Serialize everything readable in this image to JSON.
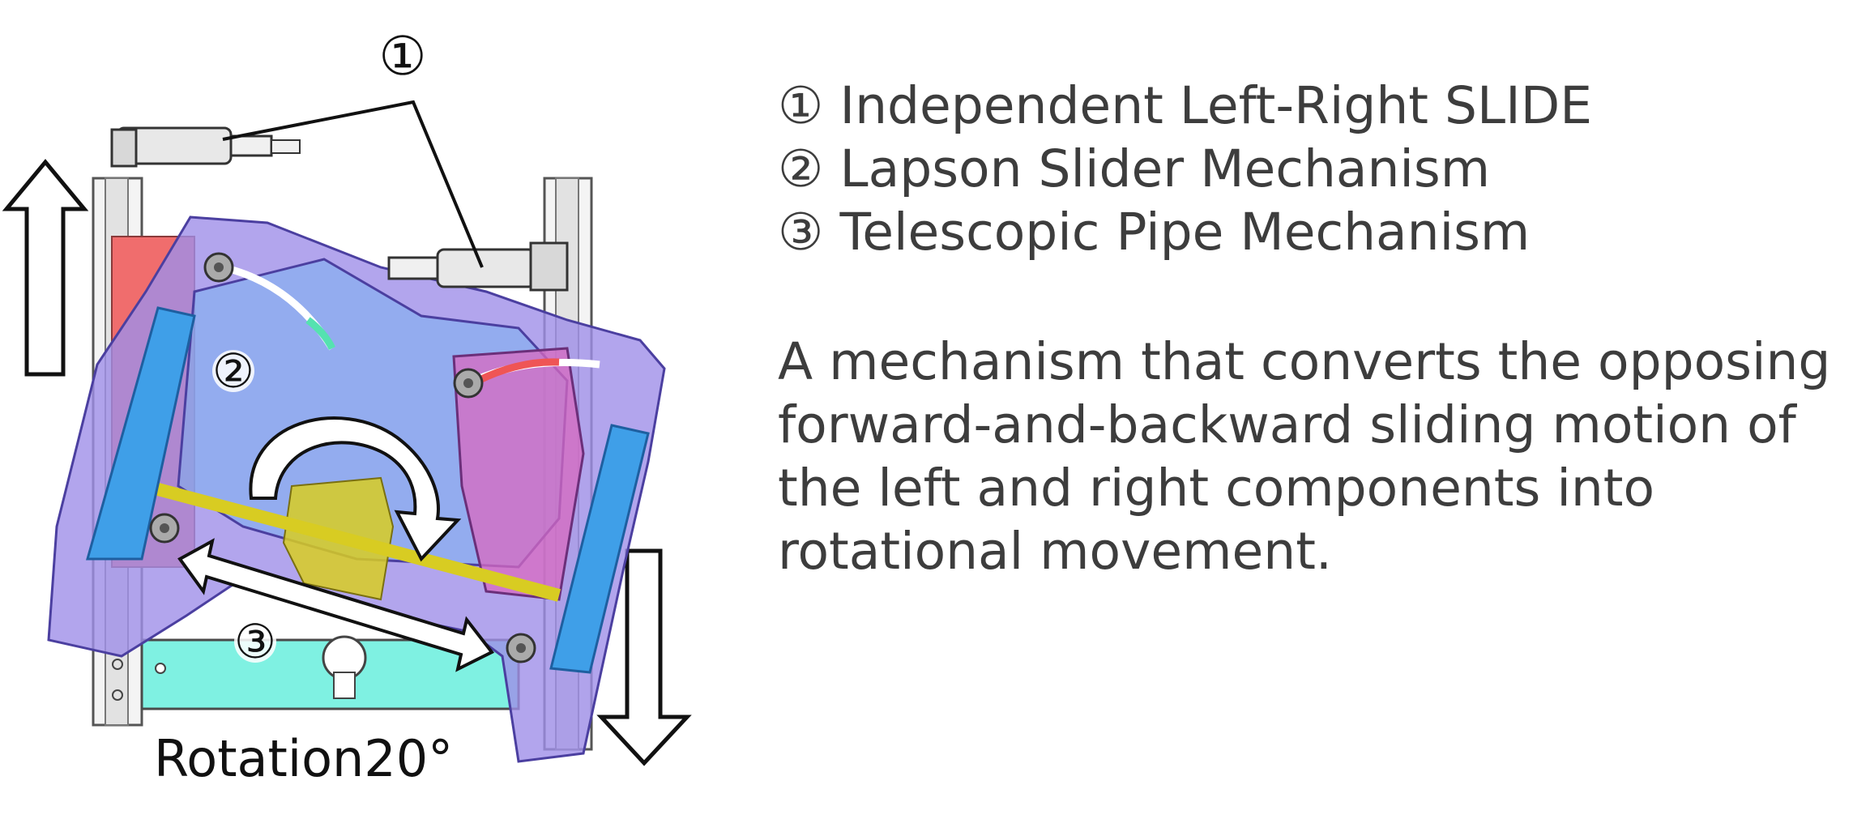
{
  "diagram": {
    "callouts": {
      "c1": "①",
      "c2": "②",
      "c3": "③"
    },
    "rotation_label": "Rotation20°"
  },
  "features": [
    "① Independent Left-Right SLIDE",
    "② Lapson Slider Mechanism",
    "③ Telescopic Pipe Mechanism"
  ],
  "description": "A mechanism that converts the opposing forward-and-backward sliding motion of the left and right components into rotational movement.",
  "colors": {
    "frame_purple": "#9f8fe8",
    "rail_blue": "#3f9fe8",
    "red_part": "#f06d6d",
    "teal_plate": "#7ff1e2",
    "yellow_pipe": "#d8cc22",
    "text": "#3d3d3d"
  }
}
